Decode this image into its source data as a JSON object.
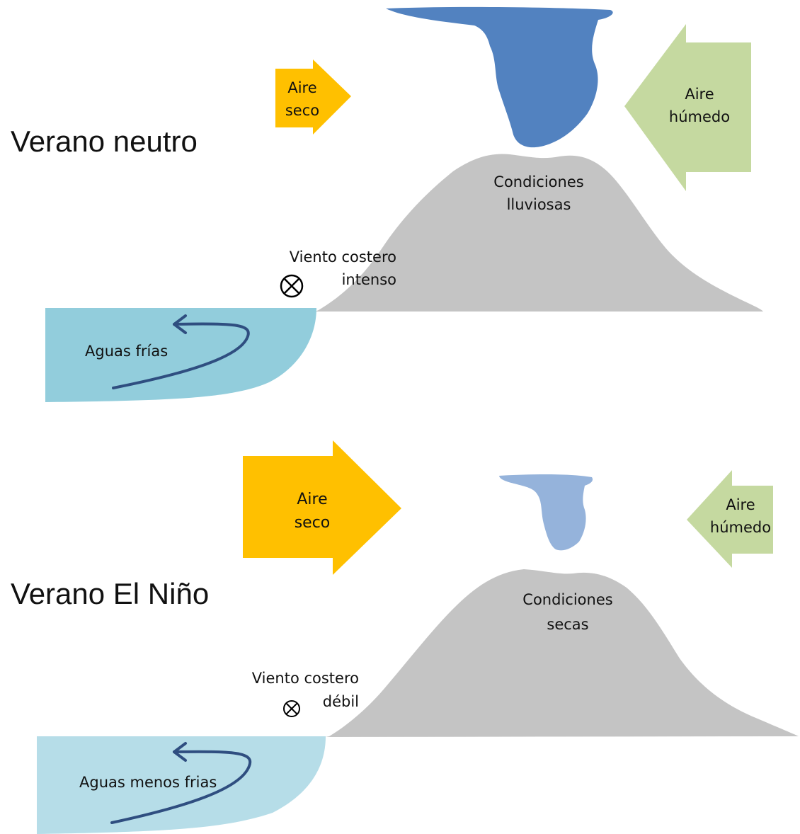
{
  "panels": [
    {
      "title": "Verano neutro",
      "dry_air": [
        "Aire",
        "seco"
      ],
      "humid_air": [
        "Aire",
        "húmedo"
      ],
      "mountain_label": [
        "Condiciones",
        "lluviosas"
      ],
      "wind_label": [
        "Viento costero",
        "intenso"
      ],
      "water_label": "Aguas frías"
    },
    {
      "title": "Verano El Niño",
      "dry_air": [
        "Aire",
        "seco"
      ],
      "humid_air": [
        "Aire",
        "húmedo"
      ],
      "mountain_label": [
        "Condiciones",
        "secas"
      ],
      "wind_label": [
        "Viento costero",
        "débil"
      ],
      "water_label": "Aguas menos frias"
    }
  ],
  "colors": {
    "dry_air": "#FFC000",
    "humid_air": "#C5D9A0",
    "mountain": "#C4C4C4",
    "cloud_neutral": "#5282C0",
    "cloud_nino": "#95B3DB",
    "water_neutral": "#92CDDC",
    "water_nino": "#B6DDE8",
    "current_arrow": "#2F4E80"
  }
}
